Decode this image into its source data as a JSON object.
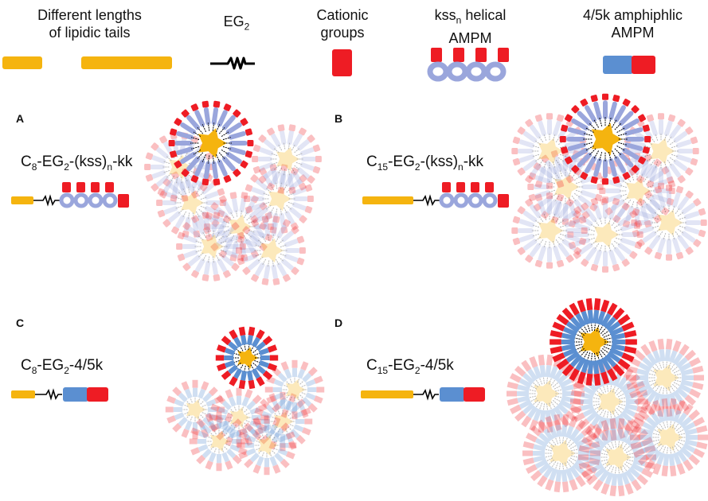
{
  "legend": {
    "tails": "Different lengths\nof lipidic tails",
    "eg": "EG",
    "eg_sub": "2",
    "cationic": "Cationic\ngroups",
    "kss_pre": "kss",
    "kss_sub": "n",
    "kss_post": " helical\nAMPM",
    "amph": "4/5k amphiphlic\nAMPM"
  },
  "panels": {
    "A": {
      "letter": "A",
      "formula": [
        "C",
        "8",
        "-EG",
        "2",
        "-(kss)",
        "n",
        "-kk"
      ]
    },
    "B": {
      "letter": "B",
      "formula": [
        "C",
        "15",
        "-EG",
        "2",
        "-(kss)",
        "n",
        "-kk"
      ]
    },
    "C": {
      "letter": "C",
      "formula": [
        "C",
        "8",
        "-EG",
        "2",
        "-4/5k"
      ]
    },
    "D": {
      "letter": "D",
      "formula": [
        "C",
        "15",
        "-EG",
        "2",
        "-4/5k"
      ]
    }
  },
  "colors": {
    "lipid": "#f5b40f",
    "cationic": "#ee1c24",
    "helix": "#9aa6dc",
    "hydrophobic": "#5b8fd1",
    "linker": "#000000"
  }
}
